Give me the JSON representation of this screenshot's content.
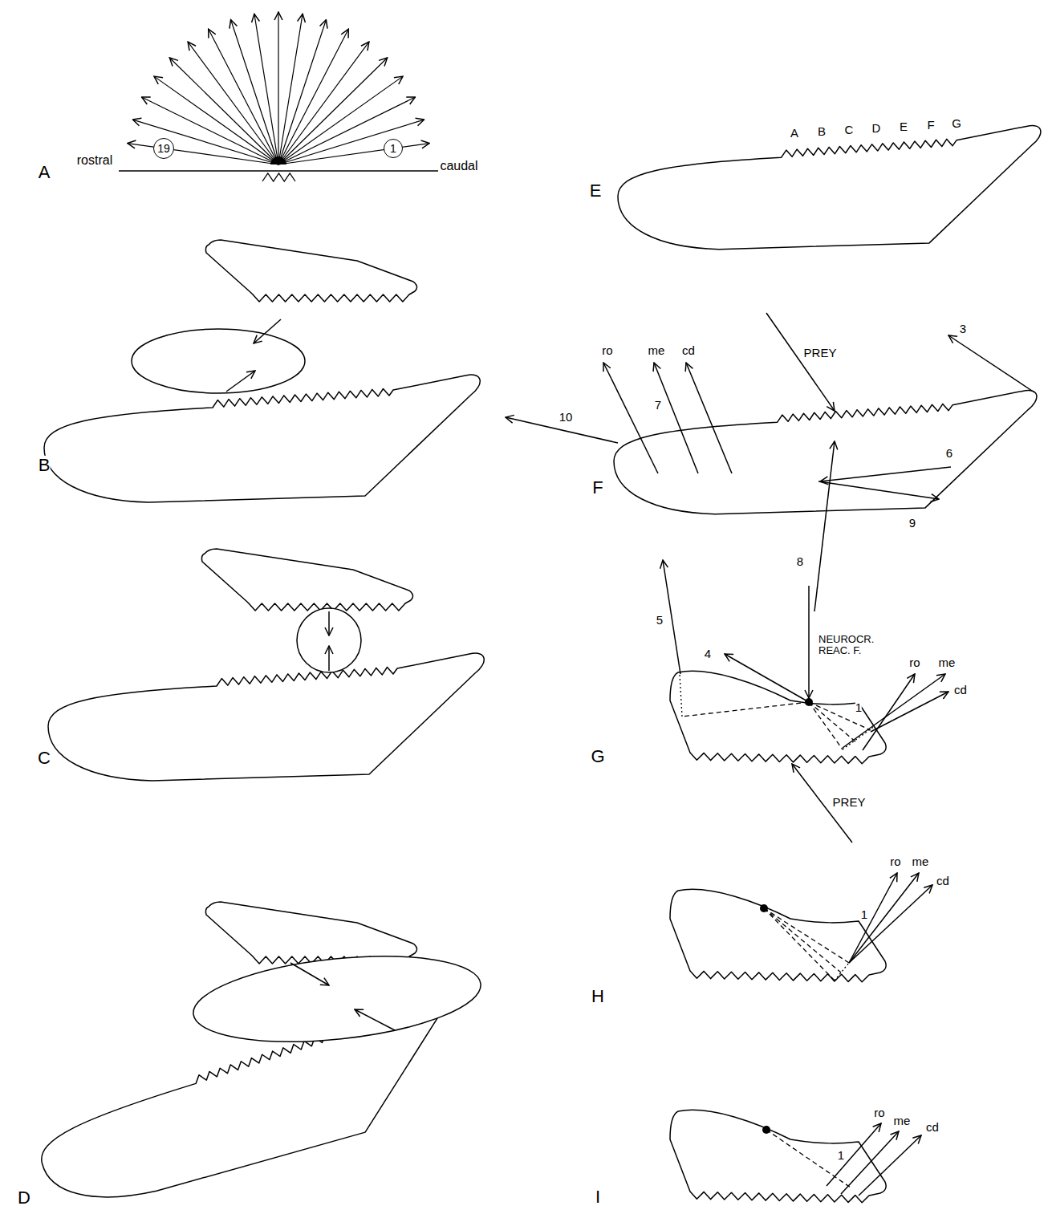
{
  "diagram": {
    "nodes": [
      {
        "text": [
          "19"
        ]
      },
      {
        "text": [
          "1"
        ]
      }
    ],
    "labels": [
      "A",
      "rostral",
      "caudal",
      "B",
      "C",
      "D",
      "E",
      "A",
      "B",
      "C",
      "D",
      "E",
      "F",
      "G",
      "F",
      "ro",
      "me",
      "cd",
      "7",
      "PREY",
      "3",
      "10",
      "6",
      "9",
      "8",
      "G",
      "5",
      "4",
      "NEUROCR. REAC. F.",
      "ro",
      "me",
      "cd",
      "1",
      "PREY",
      "H",
      "ro",
      "me",
      "cd",
      "1",
      "I",
      "ro",
      "me",
      "cd",
      "1"
    ]
  }
}
